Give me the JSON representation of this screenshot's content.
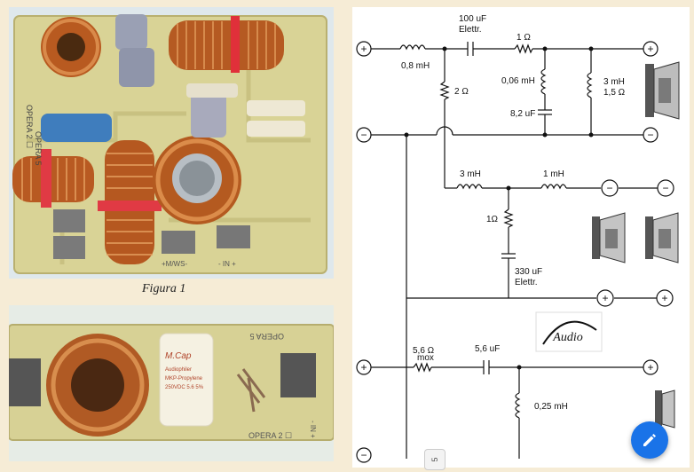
{
  "figure": {
    "caption": "Figura 1"
  },
  "board_top": {
    "labels": [
      "OPERA 2 ☐",
      "OPERA 5",
      "+M/WS-",
      "- IN +"
    ]
  },
  "board_bottom": {
    "labels": [
      "OPERA 5",
      "OPERA 2 ☐",
      "- IN +"
    ],
    "capacitor_text": [
      "M.Cap",
      "Audiophiler",
      "MKP-Propylene",
      "250VDC 5.6 5%"
    ]
  },
  "schematic": {
    "logo_text": "Audio",
    "woofer_section": {
      "input_inductor": "0,8 mH",
      "series_cap": "100 uF",
      "series_cap_type": "Elettr.",
      "series_resistor": "1 Ω",
      "shunt_resistor": "2 Ω",
      "trap_inductor": "0,06 mH",
      "trap_cap": "8,2 uF",
      "parallel_inductor": "3 mH",
      "parallel_resistor": "1,5 Ω"
    },
    "mid_section": {
      "inductor_a": "3 mH",
      "inductor_b": "1 mH",
      "shunt_resistor": "1Ω",
      "shunt_cap": "330 uF",
      "shunt_cap_type": "Elettr."
    },
    "tweeter_section": {
      "series_resistor": "5,6 Ω",
      "resistor_type": "mox",
      "series_cap": "5,6 uF",
      "shunt_inductor": "0,25 mH"
    }
  },
  "page_indicator": "5",
  "fab": {
    "icon": "pencil-icon",
    "color": "#1a73e8"
  }
}
